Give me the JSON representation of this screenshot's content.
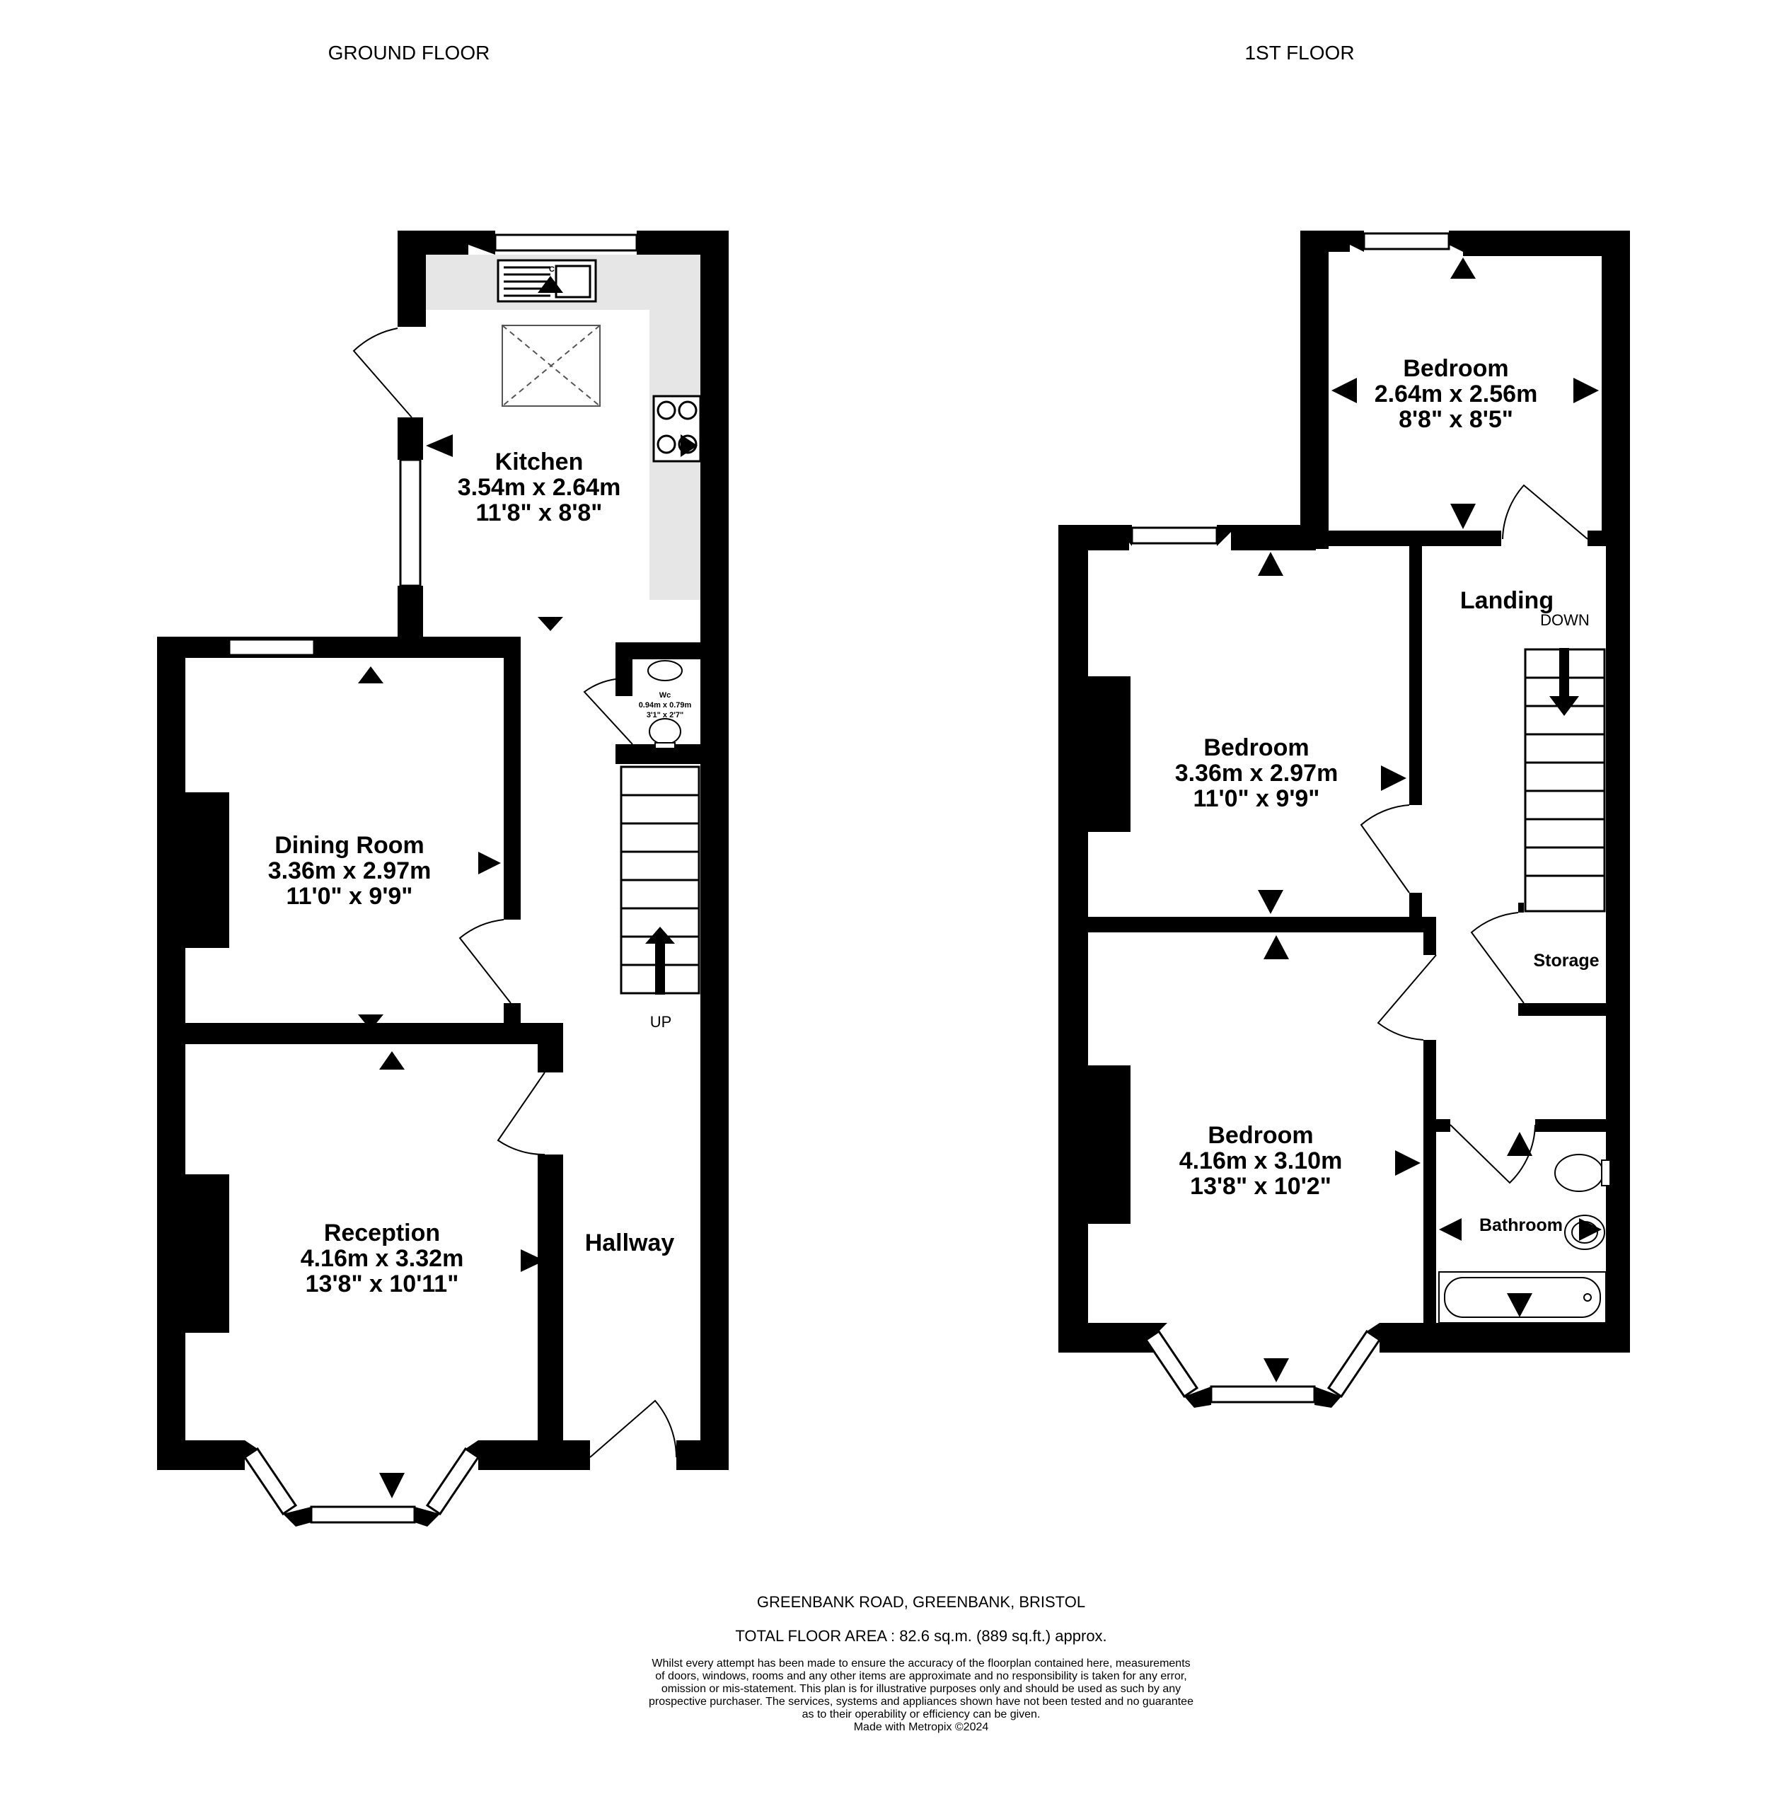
{
  "floors": {
    "ground": {
      "title": "GROUND FLOOR",
      "rooms": {
        "kitchen": {
          "name": "Kitchen",
          "metric": "3.54m  x 2.64m",
          "imperial": "11'8\"  x 8'8\""
        },
        "dining": {
          "name": "Dining Room",
          "metric": "3.36m  x 2.97m",
          "imperial": "11'0\"  x 9'9\""
        },
        "reception": {
          "name": "Reception",
          "metric": "4.16m  x 3.32m",
          "imperial": "13'8\"  x 10'11\""
        },
        "hallway": {
          "name": "Hallway"
        },
        "wc": {
          "name": "Wc",
          "metric": "0.94m  x 0.79m",
          "imperial": "3'1\"  x 2'7\""
        }
      },
      "stairs_label": "UP",
      "fixture_label": "C"
    },
    "first": {
      "title": "1ST FLOOR",
      "rooms": {
        "bedroom_rear": {
          "name": "Bedroom",
          "metric": "2.64m  x 2.56m",
          "imperial": "8'8\"  x 8'5\""
        },
        "bedroom_middle": {
          "name": "Bedroom",
          "metric": "3.36m  x 2.97m",
          "imperial": "11'0\"  x 9'9\""
        },
        "bedroom_front": {
          "name": "Bedroom",
          "metric": "4.16m  x 3.10m",
          "imperial": "13'8\"  x 10'2\""
        },
        "landing": {
          "name": "Landing"
        },
        "storage": {
          "name": "Storage"
        },
        "bathroom": {
          "name": "Bathroom"
        }
      },
      "stairs_label": "DOWN"
    }
  },
  "footer": {
    "address": "GREENBANK ROAD, GREENBANK, BRISTOL",
    "total_area": "TOTAL FLOOR AREA : 82.6 sq.m. (889 sq.ft.) approx.",
    "disclaimer": [
      "Whilst every attempt has been made to ensure the accuracy of the floorplan contained here, measurements",
      "of doors, windows, rooms and any other items are approximate and no responsibility is taken for any error,",
      "omission or mis-statement. This plan is for illustrative purposes only and should be used as such by any",
      "prospective purchaser. The services, systems and appliances shown have not been tested and no guarantee",
      "as to their operability or efficiency can be given.",
      "Made with Metropix ©2024"
    ]
  },
  "colors": {
    "wall": "#000000",
    "worktop": "#e6e6e6",
    "background": "#ffffff"
  }
}
